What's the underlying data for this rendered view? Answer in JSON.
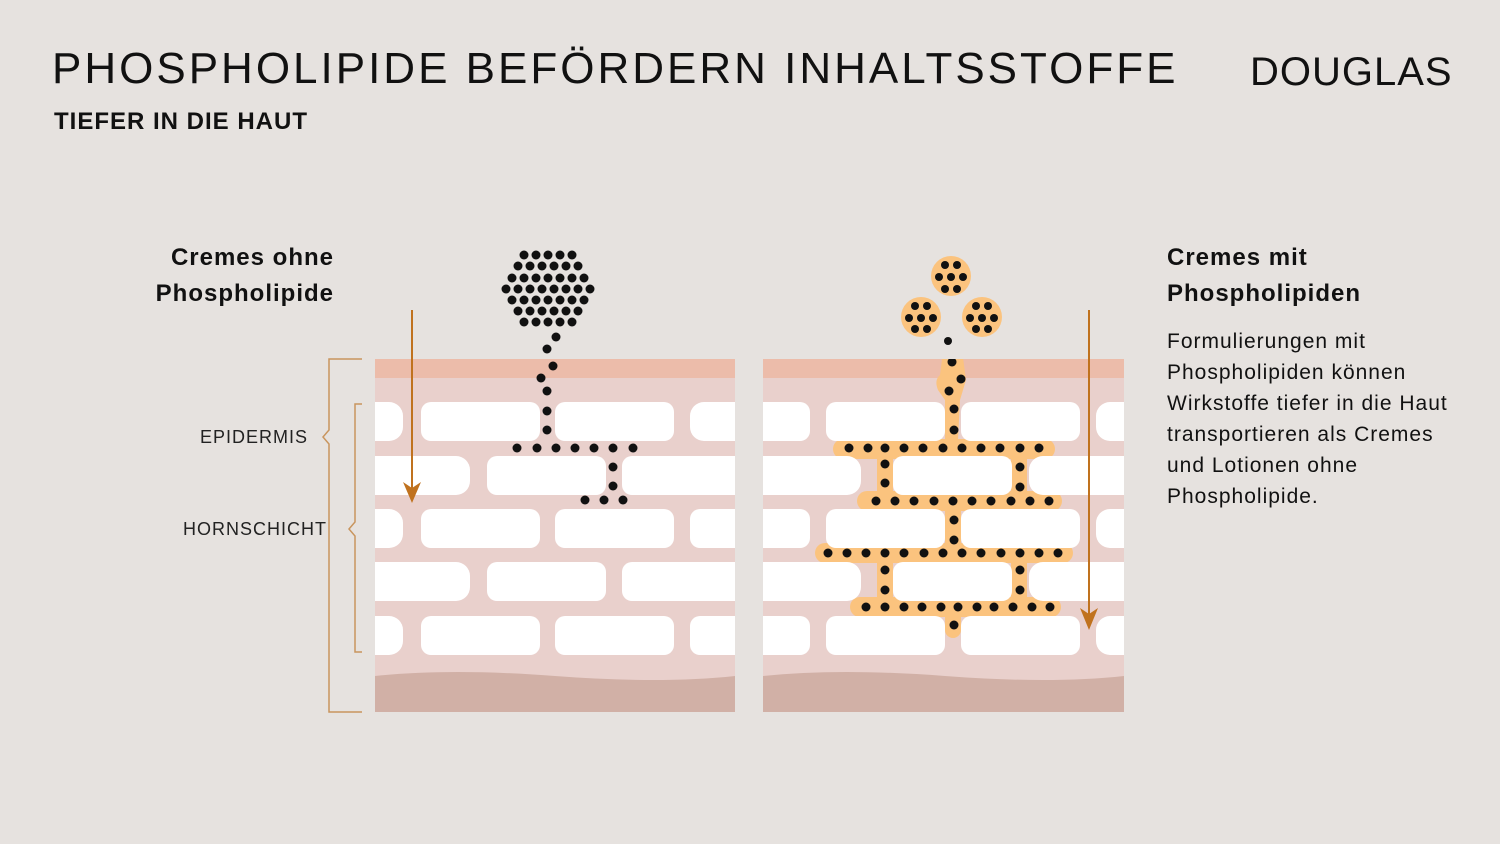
{
  "header": {
    "title": "PHOSPHOLIPIDE BEFÖRDERN INHALTSSTOFFE",
    "subtitle": "TIEFER IN DIE HAUT",
    "logo": "DOUGLAS"
  },
  "left_panel": {
    "heading_line1": "Cremes ohne",
    "heading_line2": "Phospholipide"
  },
  "right_panel": {
    "heading_line1": "Cremes mit",
    "heading_line2": "Phospholipiden",
    "description": "Formulierungen mit Phospholipiden können Wirkstoffe tiefer in die Haut transportieren als Cremes und Lotionen ohne Phospholipide."
  },
  "labels": {
    "epidermis": "EPIDERMIS",
    "hornschicht": "HORNSCHICHT"
  },
  "colors": {
    "background": "#e6e2df",
    "skin_top": "#ecbcaa",
    "skin_base": "#e9d0cc",
    "skin_bottom": "#d1b0a6",
    "cells": "#ffffff",
    "arrow": "#c0721e",
    "phospholipid": "#fbc37e",
    "particles": "#111111"
  }
}
